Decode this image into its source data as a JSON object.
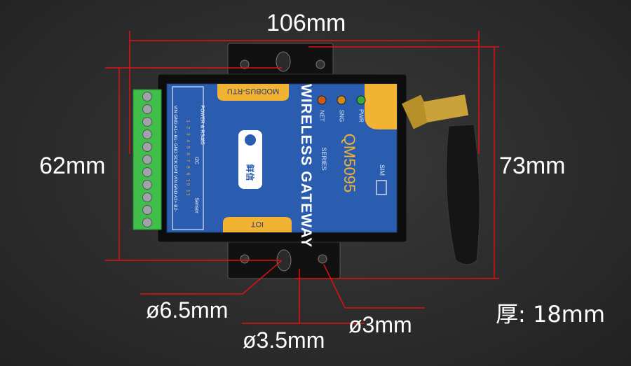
{
  "dimensions": {
    "width_label": "106mm",
    "height_62_label": "62mm",
    "height_73_label": "73mm",
    "hole_65_label": "ø6.5mm",
    "hole_35_label": "ø3.5mm",
    "hole_3_label": "ø3mm",
    "thickness_label": "厚: 18mm"
  },
  "device": {
    "title": "WIRELESS GATEWAY",
    "model": "QM5095",
    "series": "SERIES",
    "protocol_label": "MODBUS-RTU",
    "iot_label": "IOT",
    "sim_label": "SIM",
    "leds": [
      {
        "label": "NET",
        "color": "#c85a1a"
      },
      {
        "label": "SNG",
        "color": "#d08a1a"
      },
      {
        "label": "PWR",
        "color": "#3aa83a"
      }
    ],
    "terminal_header_top": "POWER & RS485",
    "terminal_header_i2c": "I2C",
    "terminal_header_sensor": "Sensor",
    "terminal_numbers": [
      "1",
      "2",
      "3",
      "4",
      "5",
      "6",
      "7",
      "8",
      "9",
      "10",
      "11"
    ],
    "terminal_signals": "VIN GND A1+ B1- GND SCK DAT VIN GND A2+ B2-",
    "logo_text": "鲜信"
  },
  "colors": {
    "dimension_line": "#e01010",
    "panel_blue": "#2a5db0",
    "accent_orange": "#f2b232",
    "terminal_green": "#3fbf4a"
  }
}
